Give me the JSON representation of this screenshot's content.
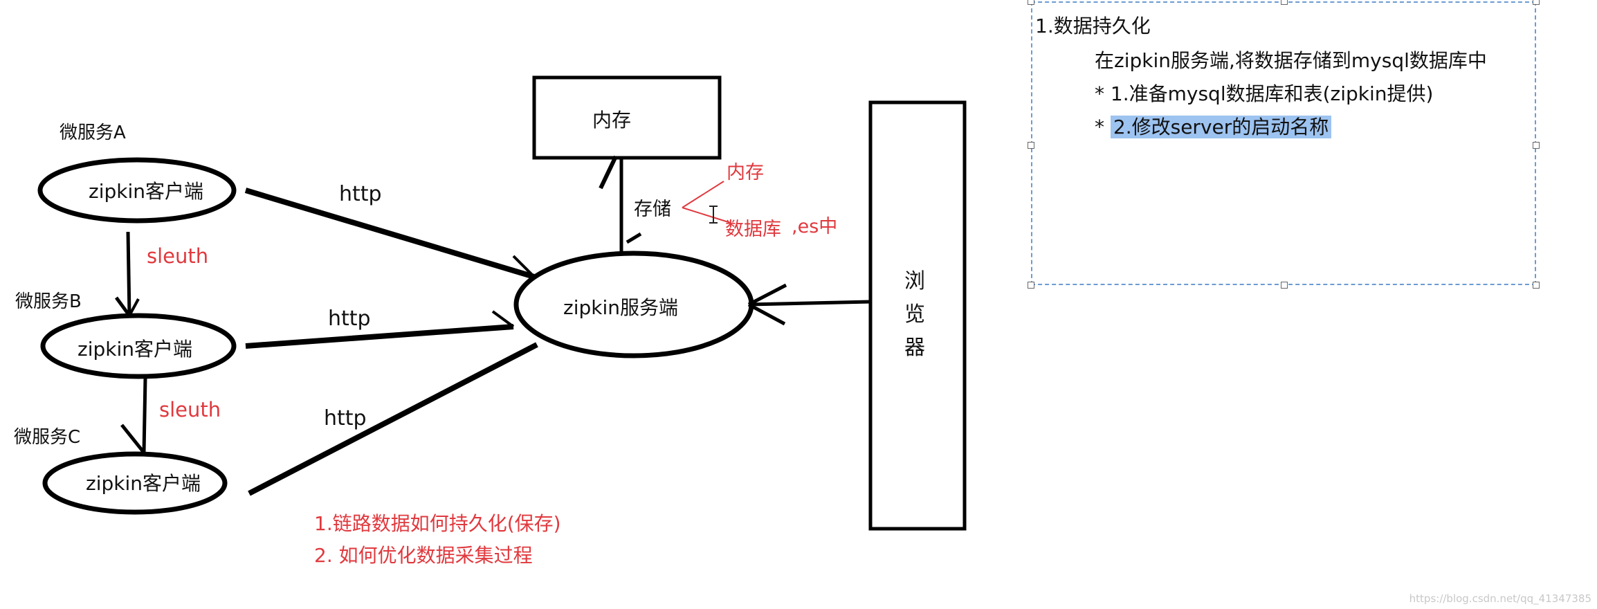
{
  "diagram": {
    "service_a": "微服务A",
    "service_b": "微服务B",
    "service_c": "微服务C",
    "client_a": "zipkin客户端",
    "client_b": "zipkin客户端",
    "client_c": "zipkin客户端",
    "sleuth_1": "sleuth",
    "sleuth_2": "sleuth",
    "http_1": "http",
    "http_2": "http",
    "http_3": "http",
    "server": "zipkin服务端",
    "memory_box": "内存",
    "storage": "存储",
    "storage_memory": "内存",
    "storage_db": "数据库",
    "storage_es": ",es中",
    "browser_chars": [
      "浏",
      "览",
      "器"
    ],
    "question_1": "1.链路数据如何持久化(保存)",
    "question_2": "2. 如何优化数据采集过程"
  },
  "note": {
    "title": "1.数据持久化",
    "line1": "在zipkin服务端,将数据存储到mysql数据库中",
    "line2": "* 1.准备mysql数据库和表(zipkin提供)",
    "line3_prefix": "* ",
    "line3_highlight": "2.修改server的启动名称"
  },
  "watermark": "https://blog.csdn.net/qq_41347385",
  "colors": {
    "annotation": "#e0393e",
    "highlight": "#9dc3f0",
    "selection": "#6b9bd2"
  }
}
